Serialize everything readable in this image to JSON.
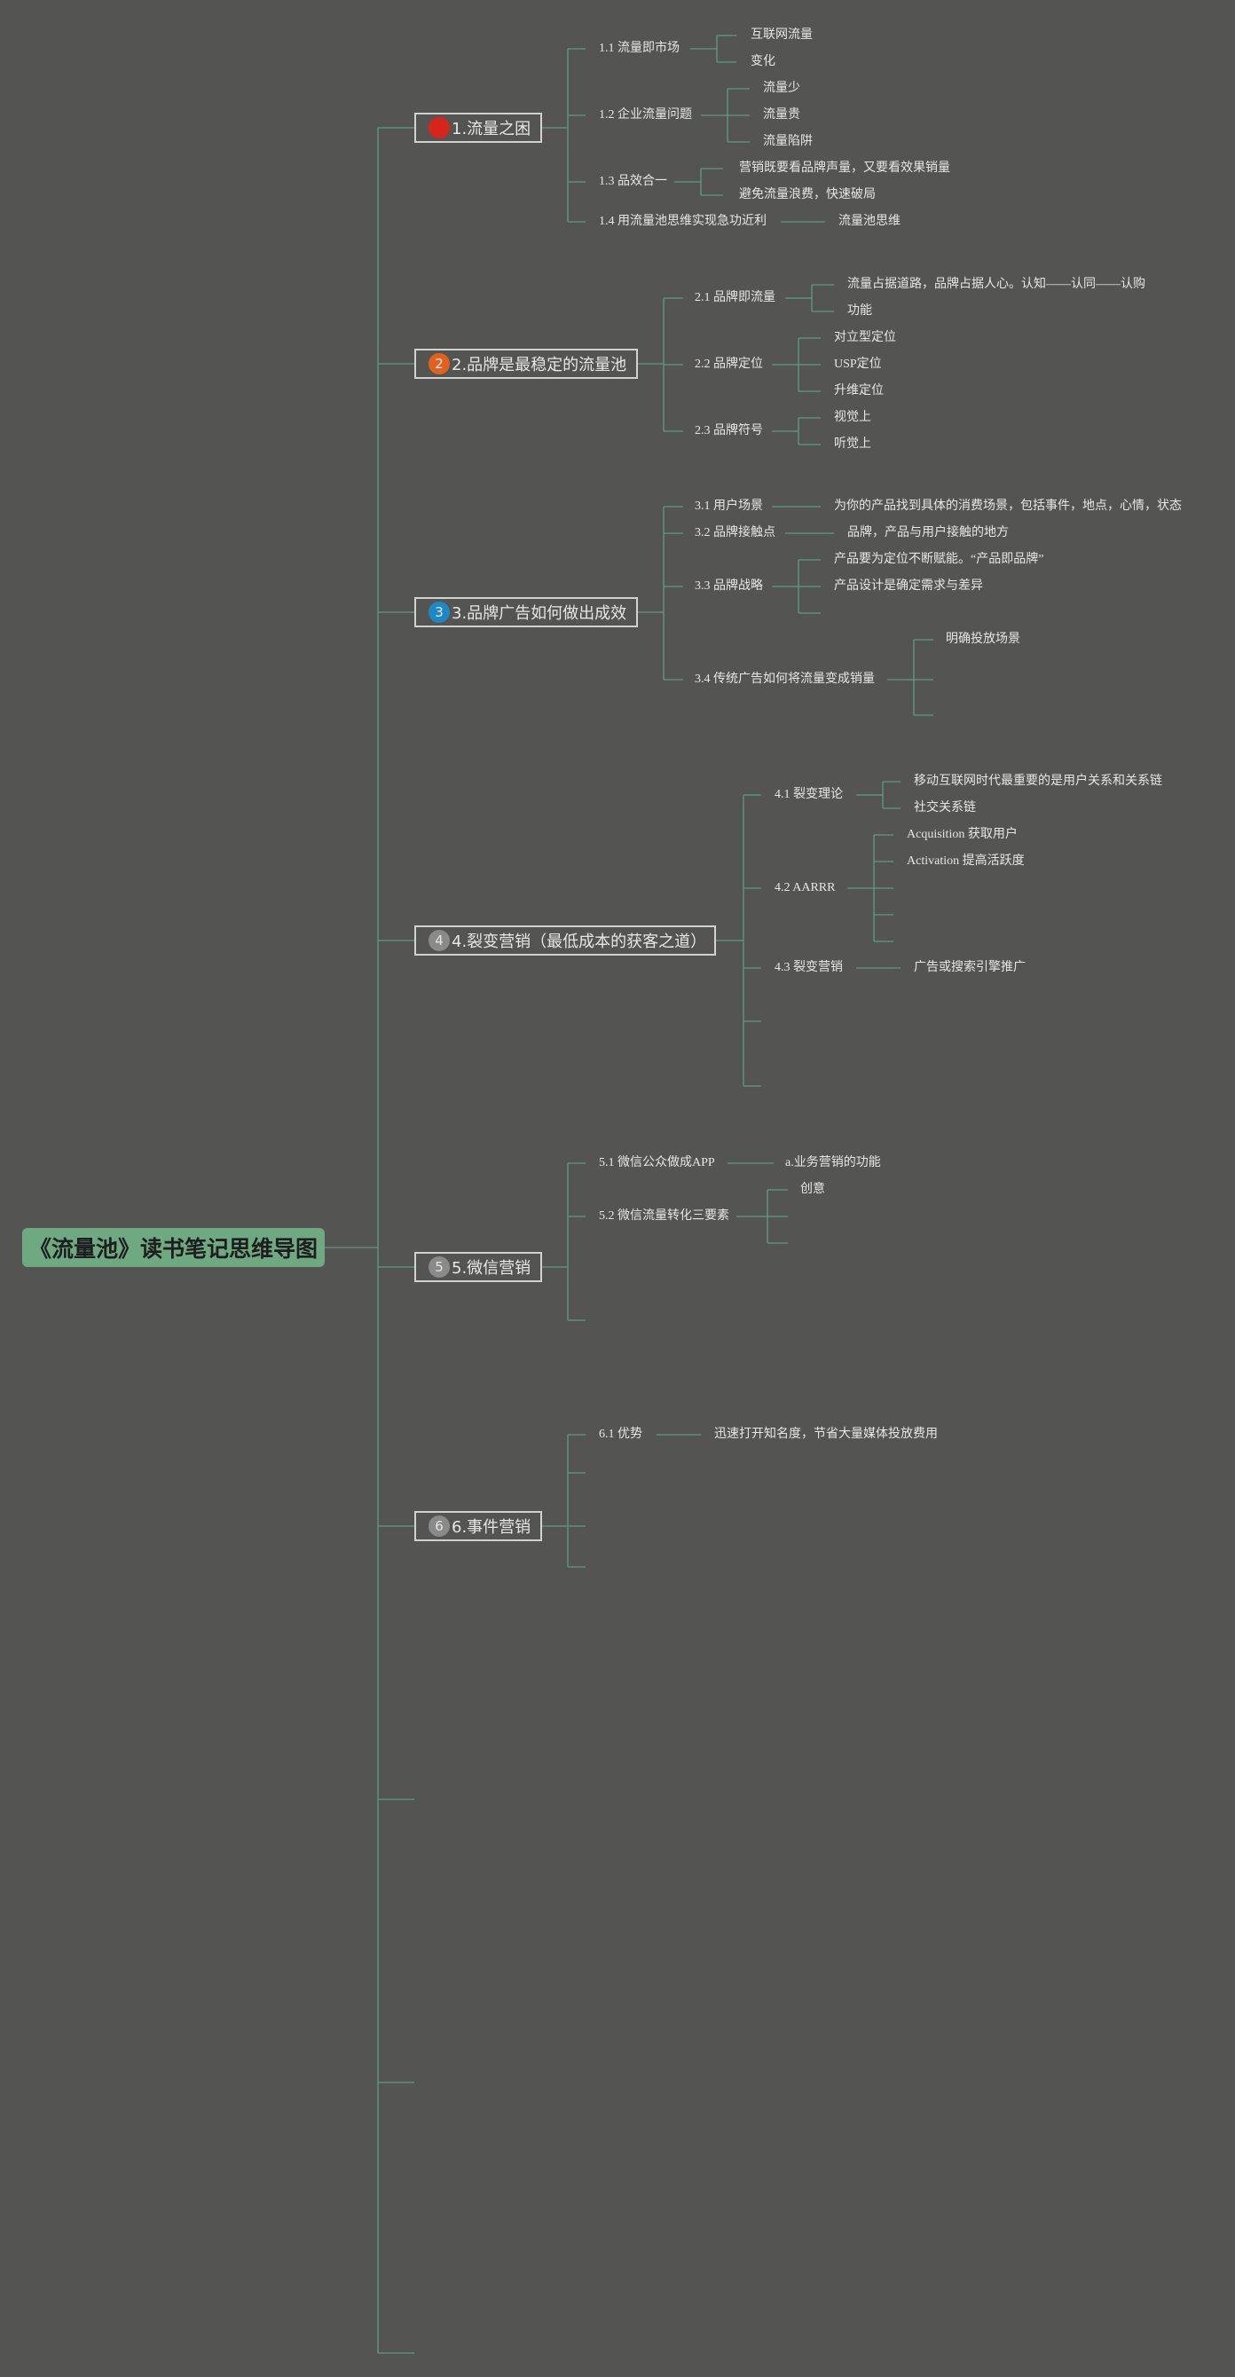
{
  "root": "《流量池》读书笔记思维导图",
  "colors": {
    "background": "#545553",
    "edge": "#5d9a86",
    "root_fill": "#6fa982",
    "badge1": "#d8251c",
    "badge2": "#e0621e",
    "badge3": "#1e88c7",
    "badge_gray": "#8a8a8a"
  },
  "topics": [
    {
      "label": "1.流量之困",
      "badge": "",
      "subs": [
        {
          "label": "1.1 流量即市场",
          "leaves": [
            "互联网流量",
            "变化"
          ]
        },
        {
          "label": "1.2 企业流量问题",
          "leaves": [
            "流量少",
            "流量贵",
            "流量陷阱"
          ]
        },
        {
          "label": "1.3 品效合一",
          "leaves": [
            "营销既要看品牌声量，又要看效果销量",
            "避免流量浪费，快速破局"
          ]
        },
        {
          "label": "1.4 用流量池思维实现急功近利",
          "leaves": [
            "流量池思维"
          ]
        }
      ]
    },
    {
      "label": "2.品牌是最稳定的流量池",
      "badge": "2",
      "subs": [
        {
          "label": "2.1 品牌即流量",
          "leaves": [
            "流量占据道路，品牌占据人心。认知——认同——认购",
            "功能"
          ]
        },
        {
          "label": "2.2 品牌定位",
          "leaves": [
            "对立型定位",
            "USP定位",
            "升维定位"
          ]
        },
        {
          "label": "2.3 品牌符号",
          "leaves": [
            "视觉上",
            "听觉上"
          ]
        }
      ]
    },
    {
      "label": "3.品牌广告如何做出成效",
      "badge": "3",
      "subs": [
        {
          "label": "3.1 用户场景",
          "leaves": [
            "为你的产品找到具体的消费场景，包括事件，地点，心情，状态"
          ]
        },
        {
          "label": "3.2 品牌接触点",
          "leaves": [
            "品牌，产品与用户接触的地方"
          ]
        },
        {
          "label": "3.3 品牌战略",
          "leaves": [
            "产品要为定位不断赋能。“产品即品牌”",
            "产品设计是确定需求与差异"
          ]
        },
        {
          "label": "3.4 传统广告如何将流量变成销量",
          "leaves": [
            "明确投放场景"
          ]
        }
      ]
    },
    {
      "label": "4.裂变营销（最低成本的获客之道）",
      "badge": "4",
      "subs": [
        {
          "label": "4.1 裂变理论",
          "leaves": [
            "移动互联网时代最重要的是用户关系和关系链",
            "社交关系链"
          ]
        },
        {
          "label": "4.2 AARRR",
          "leaves": [
            "Acquisition 获取用户",
            "Activation 提高活跃度"
          ]
        },
        {
          "label": "4.3 裂变营销",
          "leaves": [
            "广告或搜索引擎推广"
          ]
        }
      ]
    },
    {
      "label": "5.微信营销",
      "badge": "5",
      "subs": [
        {
          "label": "5.1 微信公众做成APP",
          "leaves": [
            "a.业务营销的功能"
          ]
        },
        {
          "label": "5.2 微信流量转化三要素",
          "leaves": [
            "创意"
          ]
        }
      ]
    },
    {
      "label": "6.事件营销",
      "badge": "6",
      "subs": [
        {
          "label": "6.1 优势",
          "leaves": [
            "迅速打开知名度，节省大量媒体投放费用"
          ]
        }
      ]
    }
  ]
}
